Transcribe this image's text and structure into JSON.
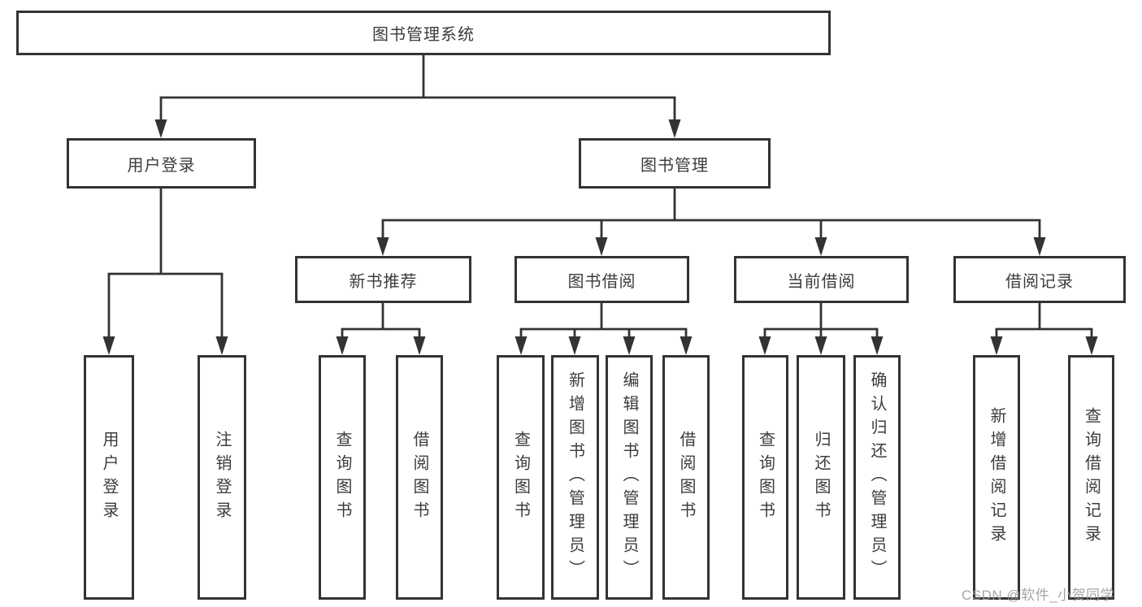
{
  "tree": {
    "label": "图书管理系统",
    "children": [
      {
        "label": "用户登录",
        "children": [
          {
            "label": "用户登录"
          },
          {
            "label": "注销登录"
          }
        ]
      },
      {
        "label": "图书管理",
        "children": [
          {
            "label": "新书推荐",
            "children": [
              {
                "label": "查询图书"
              },
              {
                "label": "借阅图书"
              }
            ]
          },
          {
            "label": "图书借阅",
            "children": [
              {
                "label": "查询图书"
              },
              {
                "label": "新增图书（管理员）"
              },
              {
                "label": "编辑图书（管理员）"
              },
              {
                "label": "借阅图书"
              }
            ]
          },
          {
            "label": "当前借阅",
            "children": [
              {
                "label": "查询图书"
              },
              {
                "label": "归还图书"
              },
              {
                "label": "确认归还（管理员）"
              }
            ]
          },
          {
            "label": "借阅记录",
            "children": [
              {
                "label": "新增借阅记录"
              },
              {
                "label": "查询借阅记录"
              }
            ]
          }
        ]
      }
    ]
  },
  "watermark": "CSDN @软件_小贺同学",
  "colors": {
    "line": "#333333",
    "text": "#3c3c3c",
    "watermark": "#9b9b9b",
    "background": "#ffffff"
  }
}
